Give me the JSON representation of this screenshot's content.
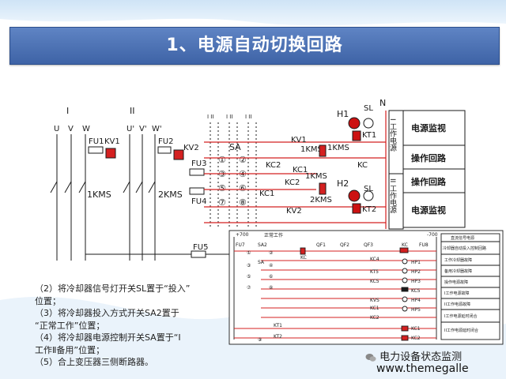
{
  "title": "1、电源自动切换回路",
  "top_diagram": {
    "bus_labels": [
      "I",
      "II",
      "N"
    ],
    "phase_labels_1": [
      "U",
      "V",
      "W"
    ],
    "phase_labels_2": [
      "U'",
      "V'",
      "W'"
    ],
    "fuses": [
      "FU1",
      "FU2",
      "FU3",
      "FU4",
      "FU5"
    ],
    "relays": [
      "KV1",
      "KV2",
      "KT1",
      "KT2"
    ],
    "contactors": [
      "1KMS",
      "2KMS"
    ],
    "switch": "SA",
    "terminals": [
      "①",
      "②",
      "③",
      "④",
      "⑤",
      "⑥",
      "⑦",
      "⑧"
    ],
    "coils": [
      "KC2",
      "KC1",
      "KC2",
      "KC1",
      "KV2",
      "KC"
    ],
    "lamps": [
      "H1",
      "SL",
      "H2",
      "SL"
    ],
    "section_labels": [
      "I 工作电源",
      "II 工作电源"
    ],
    "box_labels": [
      "电源监视",
      "操作回路",
      "操作回路",
      "电源监视"
    ],
    "col_marks": [
      "I  II",
      "I  II",
      "I  II"
    ]
  },
  "bottom_diagram": {
    "voltages": [
      "+700",
      "-700"
    ],
    "fuses": [
      "FU7",
      "FU8"
    ],
    "labels": [
      "正常工作",
      "SA2",
      "SA",
      "QF1",
      "QF2",
      "QF3",
      "KC",
      "KC4",
      "KT5",
      "KC5",
      "KVS",
      "KC1",
      "KC2",
      "KT1",
      "KT2"
    ],
    "terminals": [
      "①",
      "②",
      "③",
      "④",
      "⑤",
      "⑥",
      "⑦",
      "⑧",
      "⑨"
    ],
    "outputs": [
      "HP1",
      "HP2",
      "HP3",
      "KC5",
      "HP4",
      "HP5",
      "KC1",
      "KC2"
    ],
    "legend_header": "直流信号电源",
    "legend_items": [
      "冷却器自动投入控制回路",
      "工作冷却器故障",
      "备用冷却器故障",
      "操作电源故障",
      "I工作电源故障",
      "II工作电源故障",
      "I工作电源延时闭合",
      "II工作电源延时闭合"
    ]
  },
  "notes": [
    "（2）将冷却器信号灯开关SL置于“投入”",
    "位置；",
    "（3）将冷却器投入方式开关SA2置于",
    "“正常工作”位置；",
    "（4）将冷却器电源控制开关SA置于“Ⅰ",
    "工作Ⅱ备用”位置；",
    "（5）合上变压器三侧断路器。"
  ],
  "watermark": "电力设备状态监测",
  "url": "www.themegalle",
  "colors": {
    "title_bar": "#4a6fb0",
    "circuit_red": "#d42020",
    "line_black": "#1a1a1a",
    "lamp_red": "#cc1111"
  }
}
